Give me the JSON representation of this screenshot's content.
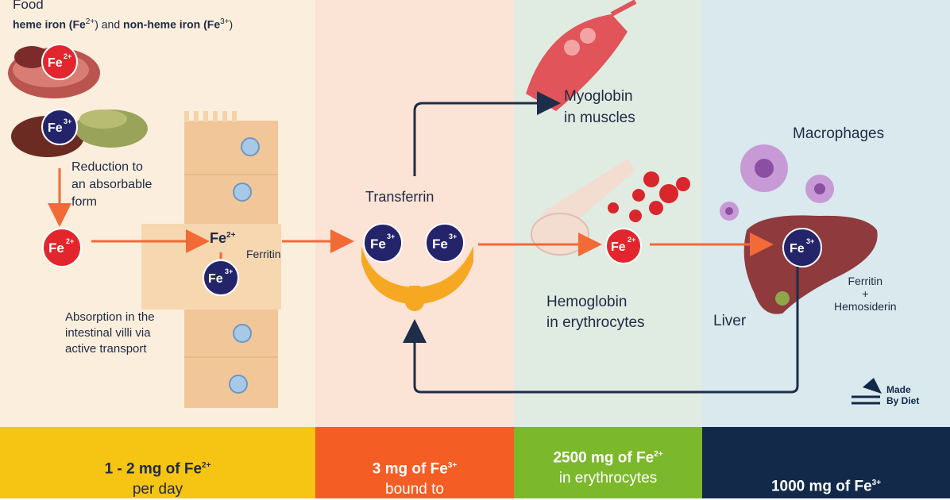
{
  "colors": {
    "panel1": "#fbeedd",
    "panel2": "#fbe3d6",
    "panel3": "#e0ebe2",
    "panel4": "#d9e9ee",
    "bar1": "#f6c413",
    "bar2": "#f45d23",
    "bar3": "#7cb82b",
    "bar4": "#12294a",
    "fe2": "#e3262d",
    "fe3": "#24246b",
    "arrow_orange": "#f26a35",
    "arrow_navy": "#1d2d4a",
    "transferrin": "#f7a823"
  },
  "food": {
    "title": "Food",
    "subtitle_part1": "heme iron (Fe",
    "subtitle_sup1": "2+",
    "subtitle_part2": ") and ",
    "subtitle_part3": "non-heme iron (Fe",
    "subtitle_sup2": "3+",
    "subtitle_part4": ")"
  },
  "ions": {
    "fe": "Fe",
    "fe2_charge": "2+",
    "fe3_charge": "3+"
  },
  "labels": {
    "reduction": [
      "Reduction to",
      "an absorbable",
      "form"
    ],
    "absorption": [
      "Absorption in the",
      "intestinal villi via",
      "active transport"
    ],
    "ferritin": "Ferritin",
    "transferrin": "Transferrin",
    "myoglobin": [
      "Myoglobin",
      "in muscles"
    ],
    "hemoglobin": [
      "Hemoglobin",
      "in erythrocytes"
    ],
    "macrophages": "Macrophages",
    "liver": "Liver",
    "ferritin_hemosiderin": [
      "Ferritin",
      "+",
      "Hemosiderin"
    ]
  },
  "brand": {
    "line1": "Made",
    "line2": "By Diet",
    "icon": "made-by-diet-logo"
  },
  "bottom": {
    "b1_line1_pre": "1 - 2 mg of Fe",
    "b1_sup": "2+",
    "b1_line2": "per day",
    "b2_line1_pre": "3 mg of Fe",
    "b2_sup": "3+",
    "b2_line2": "bound to",
    "b3_line1_pre": "2500 mg of Fe",
    "b3_sup": "2+",
    "b3_line2": "in erythrocytes",
    "b4_line1_pre": "1000 mg of Fe",
    "b4_sup": "3+"
  }
}
